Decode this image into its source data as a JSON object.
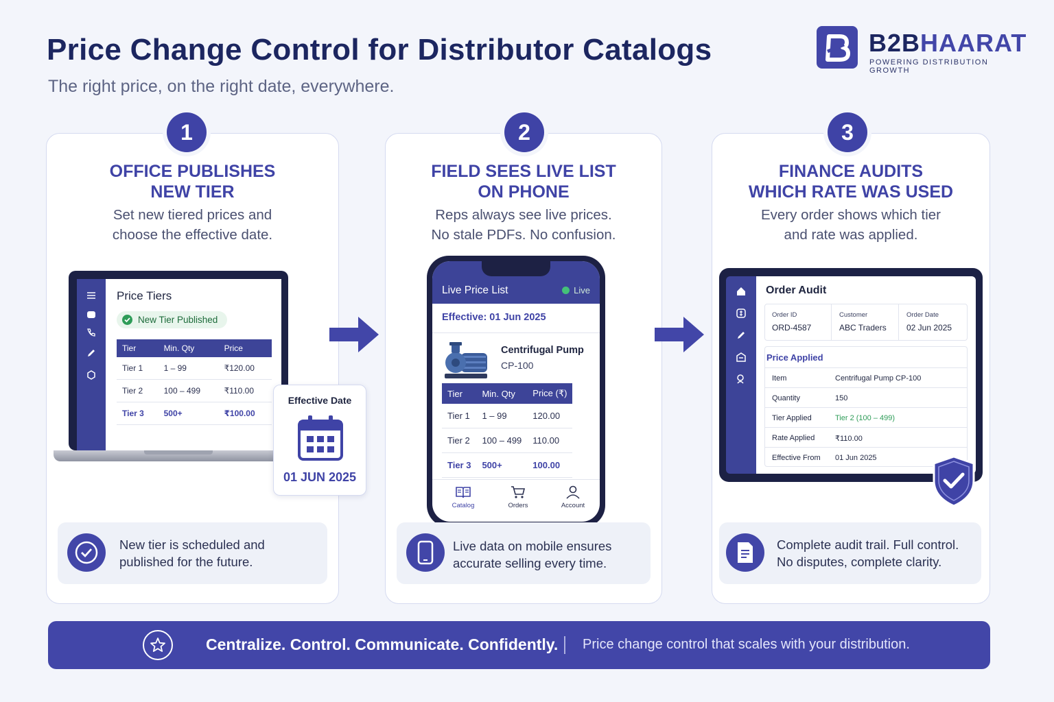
{
  "header": {
    "title": "Price Change Control for Distributor Catalogs",
    "subtitle": "The right price, on the right date, everywhere."
  },
  "brand": {
    "name_part1": "B2B",
    "name_part2": "HAARAT",
    "tagline": "POWERING DISTRIBUTION GROWTH",
    "logo_icon": "b-logo-icon"
  },
  "colors": {
    "primary": "#4246a8",
    "navy": "#1c2660",
    "green": "#2e9c58",
    "background": "#f3f5fb"
  },
  "steps": [
    {
      "number": "1",
      "title_line1": "OFFICE PUBLISHES",
      "title_line2": "NEW TIER",
      "desc_line1": "Set new tiered prices and",
      "desc_line2": "choose the effective date.",
      "note_line1": "New tier is scheduled and",
      "note_line2": "published for the future.",
      "note_icon": "check-circle-icon"
    },
    {
      "number": "2",
      "title_line1": "FIELD SEES LIVE LIST",
      "title_line2": "ON PHONE",
      "desc_line1": "Reps always see live prices.",
      "desc_line2": "No stale PDFs. No confusion.",
      "note_line1": "Live data on mobile ensures",
      "note_line2": "accurate selling every time.",
      "note_icon": "phone-icon"
    },
    {
      "number": "3",
      "title_line1": "FINANCE AUDITS",
      "title_line2": "WHICH RATE WAS USED",
      "desc_line1": "Every order shows which tier",
      "desc_line2": "and rate was applied.",
      "note_line1": "Complete audit trail. Full control.",
      "note_line2": "No disputes, complete clarity.",
      "note_icon": "document-icon"
    }
  ],
  "laptop": {
    "heading": "Price Tiers",
    "pill": "New Tier Published",
    "columns": [
      "Tier",
      "Min. Qty",
      "Price"
    ],
    "rows": [
      [
        "Tier 1",
        "1 – 99",
        "₹120.00"
      ],
      [
        "Tier 2",
        "100 – 499",
        "₹110.00"
      ],
      [
        "Tier 3",
        "500+",
        "₹100.00"
      ]
    ],
    "effective_label": "Effective Date",
    "effective_date": "01 JUN 2025"
  },
  "phone": {
    "title": "Live Price List",
    "live": "Live",
    "effective": "Effective: 01 Jun 2025",
    "product_name": "Centrifugal Pump",
    "product_code": "CP-100",
    "columns": [
      "Tier",
      "Min. Qty",
      "Price (₹)"
    ],
    "rows": [
      [
        "Tier 1",
        "1 – 99",
        "120.00"
      ],
      [
        "Tier 2",
        "100 – 499",
        "110.00"
      ],
      [
        "Tier 3",
        "500+",
        "100.00"
      ]
    ],
    "nav": [
      "Catalog",
      "Orders",
      "Account"
    ]
  },
  "audit": {
    "heading": "Order Audit",
    "meta": [
      {
        "k": "Order ID",
        "v": "ORD-4587"
      },
      {
        "k": "Customer",
        "v": "ABC Traders"
      },
      {
        "k": "Order Date",
        "v": "02 Jun 2025"
      }
    ],
    "price_applied": "Price Applied",
    "rows": [
      {
        "k": "Item",
        "v": "Centrifugal Pump CP-100"
      },
      {
        "k": "Quantity",
        "v": "150"
      },
      {
        "k": "Tier Applied",
        "v": "Tier 2 (100 – 499)"
      },
      {
        "k": "Rate Applied",
        "v": "₹110.00"
      },
      {
        "k": "Effective From",
        "v": "01 Jun 2025"
      }
    ]
  },
  "banner": {
    "bold": "Centralize. Control. Communicate. Confidently.",
    "light": "Price change control that scales with your distribution."
  }
}
